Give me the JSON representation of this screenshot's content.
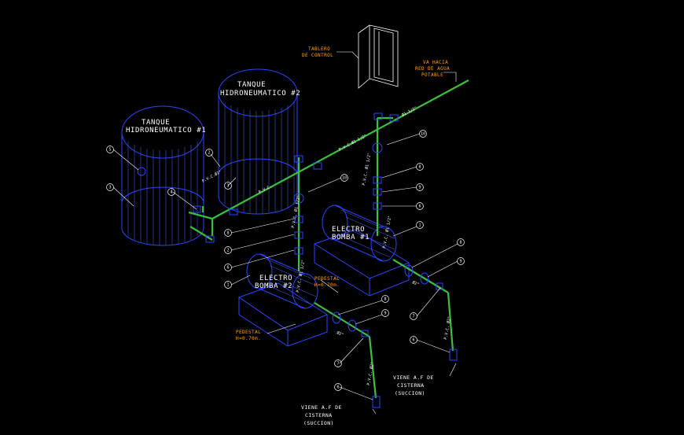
{
  "labels": {
    "tank1_line1": "TANQUE",
    "tank1_line2": "HIDRONEUMATICO #1",
    "tank2_line1": "TANQUE",
    "tank2_line2": "HIDRONEUMATICO #2",
    "pump1_line1": "ELECTRO",
    "pump1_line2": "BOMBA #1",
    "pump2_line1": "ELECTRO",
    "pump2_line2": "BOMBA #2",
    "pedestal_a_line1": "PEDESTAL",
    "pedestal_a_line2": "H=0.70m.",
    "pedestal_b_line1": "PEDESTAL",
    "pedestal_b_line2": "H=0.70m.",
    "tablero_line1": "TABLERO",
    "tablero_line2": "DE CONTROL",
    "red_line1": "VA HACIA",
    "red_line2": "RED DE AGUA",
    "red_line3": "POTABLE",
    "suc1_line1": "VIENE A.F DE",
    "suc1_line2": "CISTERNA",
    "suc1_line3": "(SUCCION)",
    "suc2_line1": "VIENE A.F DE",
    "suc2_line2": "CISTERNA",
    "suc2_line3": "(SUCCION)"
  },
  "dimensions": {
    "main_pipe": "P.V.C.Ø1 1/2\"",
    "main_pipe_2": "Ø1 1/2\"",
    "tank_pipe": "P.V.C.Ø1\"",
    "tank_pipe_2": "P.V.C.",
    "riser_1": "P.V.C. Ø1 1/2\"",
    "riser_2": "P.V.C. Ø1 1/2\"",
    "riser_3": "P.V.C. Ø1 1/2\"",
    "riser_4": "P.V.C. Ø1 1/2\"",
    "suction_1": "P.V.C. Ø2\"",
    "suction_2": "P.V.C. Ø2\"",
    "suction_h1": "Ø2\"",
    "suction_h2": "Ø2\""
  },
  "callouts": [
    "5",
    "3",
    "4",
    "2",
    "3",
    "10",
    "8",
    "2",
    "6",
    "1",
    "10",
    "8",
    "9",
    "6",
    "1",
    "8",
    "9",
    "7",
    "6",
    "8",
    "9",
    "7",
    "6"
  ],
  "colors": {
    "pipe": "#3cc03c",
    "outline": "#2846ff",
    "text": "#ffffff",
    "annotation": "#ffa01e",
    "leader": "#ffffff"
  }
}
